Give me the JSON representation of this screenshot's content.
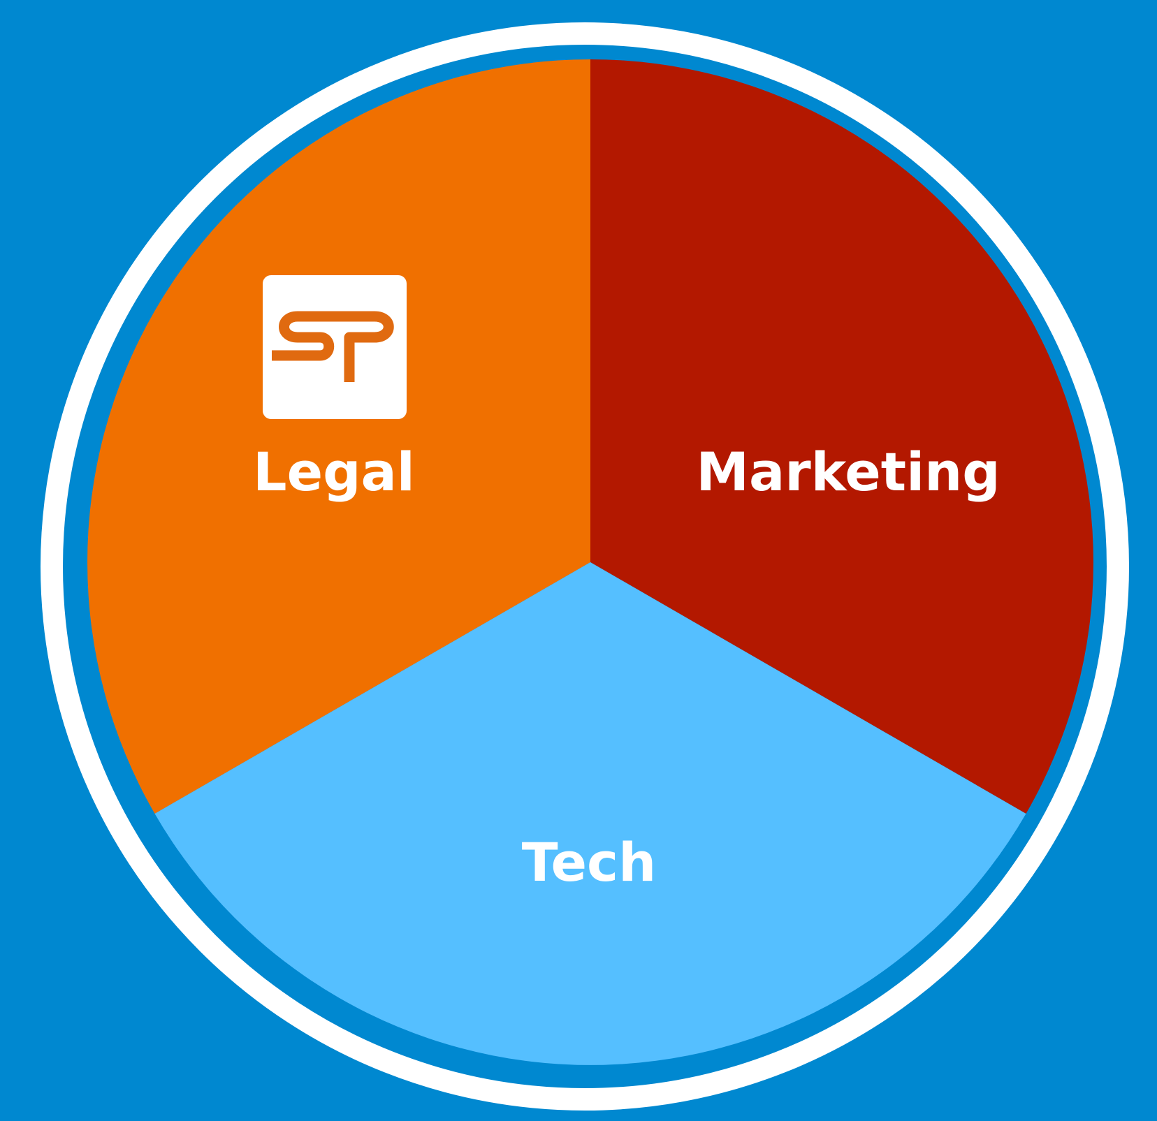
{
  "colors": {
    "background": "#0088D0",
    "ring": "#FFFFFF",
    "legal": "#F07000",
    "marketing": "#B31800",
    "tech": "#55BFFF",
    "label_text": "#FFFFFF",
    "logo_background": "#FFFFFF",
    "logo_mark": "#E06A10"
  },
  "segments": [
    {
      "id": "legal",
      "label": "Legal",
      "has_logo": true
    },
    {
      "id": "marketing",
      "label": "Marketing",
      "has_logo": false
    },
    {
      "id": "tech",
      "label": "Tech",
      "has_logo": false
    }
  ],
  "logo": {
    "icon": "sp-logo-icon",
    "lettering": "SP"
  }
}
